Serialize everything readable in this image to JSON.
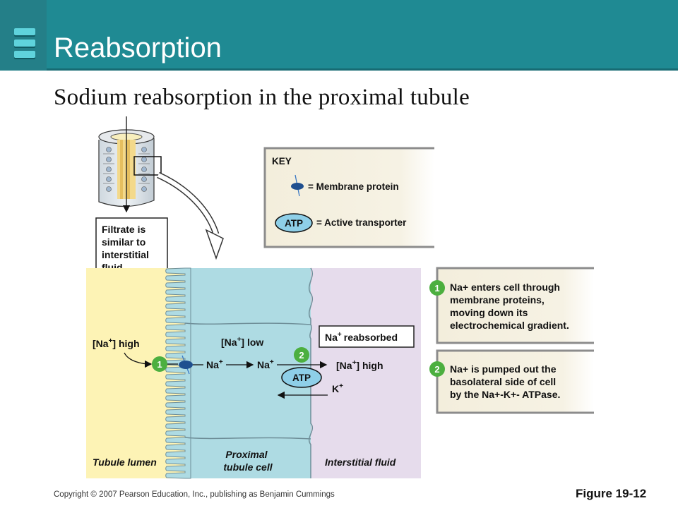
{
  "header": {
    "title": "Reabsorption",
    "accent_color": "#1f8a93"
  },
  "subtitle": "Sodium reabsorption in the proximal tubule",
  "diagram": {
    "key": {
      "heading": "KEY",
      "membrane_protein_label": "= Membrane protein",
      "atp_symbol": "ATP",
      "active_transporter_label": "= Active transporter"
    },
    "filtrate_note": [
      "Filtrate is",
      "similar to",
      "interstitial",
      "fluid."
    ],
    "na_high_left": "[Na",
    "na_low": "[Na",
    "na_high_right": "[Na",
    "bracket_suffix": "] high",
    "bracket_suffix_low": "] low",
    "superscript_plus": "+",
    "na_ion": "Na",
    "k_ion": "K",
    "atp_label": "ATP",
    "reabsorbed": "reabsorbed",
    "step1_num": "1",
    "step2_num": "2",
    "region_labels": {
      "lumen": "Tubule lumen",
      "cell_line1": "Proximal",
      "cell_line2": "tubule cell",
      "interstitial": "Interstitial fluid"
    },
    "steps": [
      {
        "num": "1",
        "lines": [
          "Na+ enters cell through",
          "membrane proteins,",
          "moving down its",
          "electrochemical gradient."
        ]
      },
      {
        "num": "2",
        "lines": [
          "Na+ is pumped out the",
          "basolateral side of cell",
          "by the Na+-K+- ATPase."
        ]
      }
    ],
    "colors": {
      "lumen": "#fdf3b5",
      "cell": "#aedbe3",
      "interstitial": "#e6dcec",
      "marker": "#4caf3f",
      "protein": "#1f4f8f"
    }
  },
  "footer": {
    "copyright": "Copyright © 2007 Pearson Education, Inc., publishing as Benjamin Cummings",
    "figure": "Figure 19-12"
  }
}
